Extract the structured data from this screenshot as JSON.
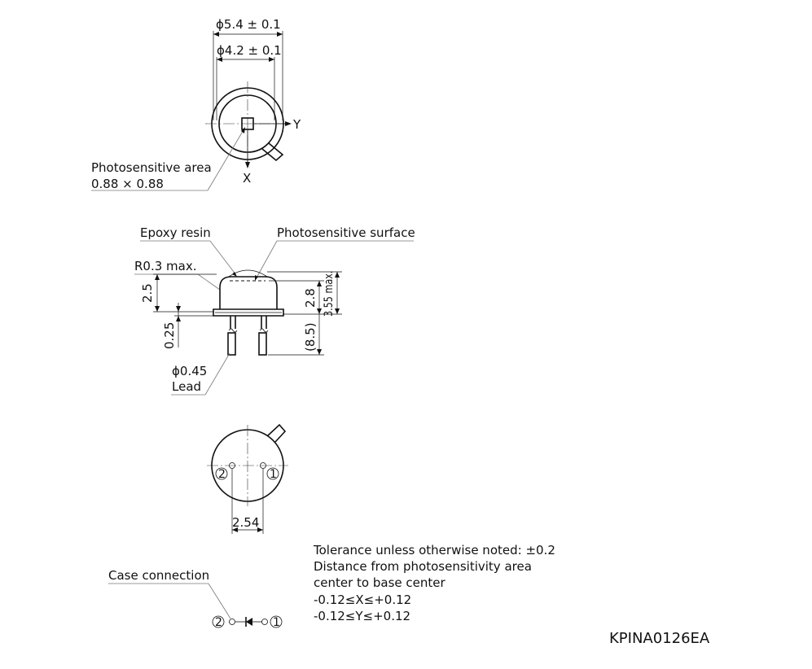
{
  "dimensions": {
    "outer_diameter": "ϕ5.4 ± 0.1",
    "cap_diameter": "ϕ4.2 ± 0.1",
    "overall_height": "3.55 max.",
    "cap_height": "2.8",
    "base_height": "2.5",
    "lead_length": "(8.5)",
    "flange_thickness": "0.25",
    "lead_pitch": "2.54",
    "edge_radius": "R0.3 max."
  },
  "axes": {
    "x": "X",
    "y": "Y"
  },
  "callouts": {
    "photosensitive_area_title": "Photosensitive area",
    "photosensitive_area_size": "0.88 × 0.88",
    "epoxy_resin": "Epoxy resin",
    "photosensitive_surface": "Photosensitive surface",
    "lead_diameter": "ϕ0.45",
    "lead_label": "Lead",
    "case_connection": "Case connection"
  },
  "pins": {
    "pin1": "1",
    "pin2": "2"
  },
  "notes": [
    "Tolerance unless otherwise noted: ±0.2",
    "Distance from photosensitivity area",
    "center to base center",
    "-0.12≤X≤+0.12",
    "-0.12≤Y≤+0.12"
  ],
  "drawing_code": "KPINA0126EA"
}
